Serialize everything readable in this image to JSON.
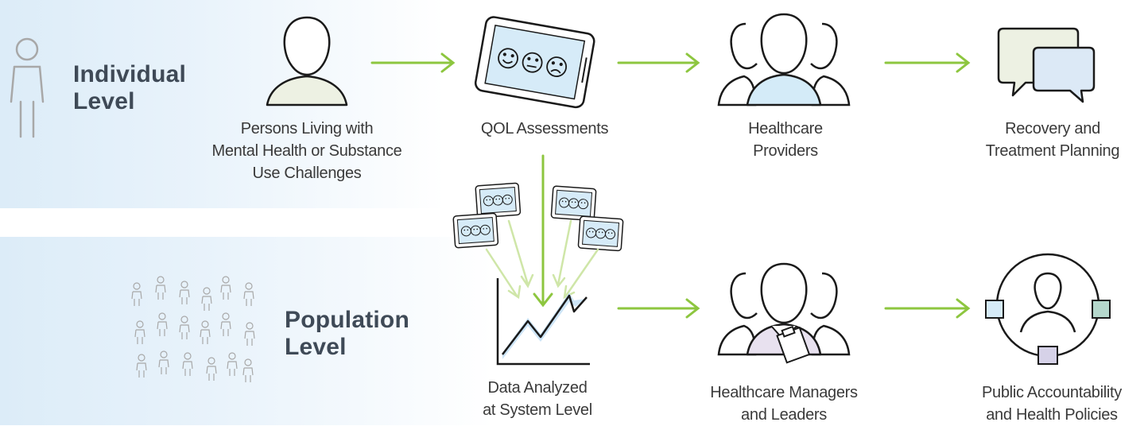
{
  "colors": {
    "arrow": "#8dc63f",
    "arrow_light": "#cfe6a8",
    "outline": "#1a1a1a",
    "person_fill_individual": "#edf1e3",
    "provider_fill": "#d4ebf8",
    "manager_fill": "#e8e1ef",
    "tablet_screen": "#d6ebf8",
    "icon_grey": "#a8a8a8",
    "level_text": "#3f4a57"
  },
  "levels": {
    "individual": {
      "line1": "Individual",
      "line2": "Level"
    },
    "population": {
      "line1": "Population",
      "line2": "Level"
    }
  },
  "nodes": {
    "persons": {
      "icon": "person-icon",
      "lines": [
        "Persons Living with",
        "Mental Health or Substance",
        "Use Challenges"
      ]
    },
    "qol": {
      "icon": "tablet-icon",
      "lines": [
        "QOL Assessments"
      ]
    },
    "providers": {
      "icon": "group-icon",
      "lines": [
        "Healthcare",
        "Providers"
      ]
    },
    "recovery": {
      "icon": "speech-bubbles-icon",
      "lines": [
        "Recovery and",
        "Treatment Planning"
      ]
    },
    "data": {
      "icon": "line-chart-icon",
      "lines": [
        "Data Analyzed",
        "at System Level"
      ]
    },
    "managers": {
      "icon": "manager-group-icon",
      "lines": [
        "Healthcare Managers",
        "and Leaders"
      ]
    },
    "public": {
      "icon": "network-person-icon",
      "lines": [
        "Public Accountability",
        "and Health Policies"
      ]
    }
  }
}
